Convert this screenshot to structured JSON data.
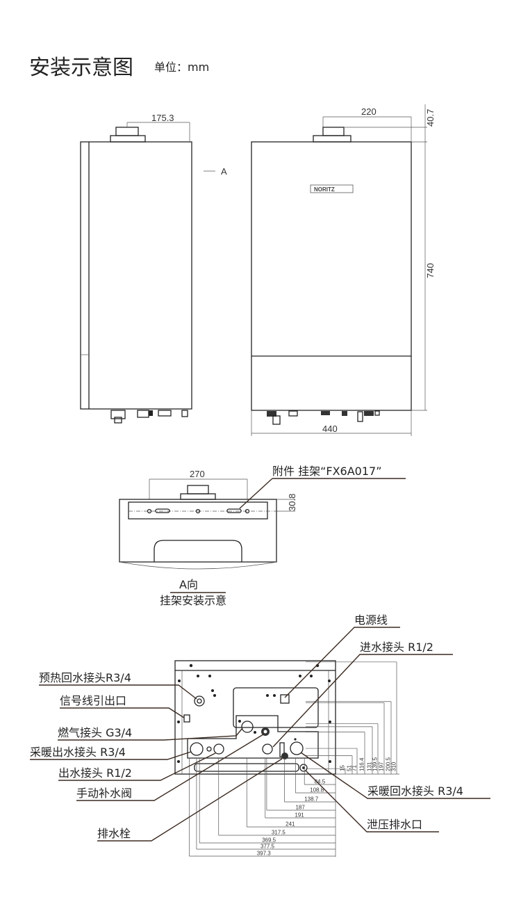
{
  "header": {
    "title": "安装示意图",
    "unit": "单位：mm"
  },
  "side_view": {
    "dim_depth": "175.3",
    "arrow_label": "A"
  },
  "front_view": {
    "dim_flue": "220",
    "dim_top": "40.7",
    "dim_height": "740",
    "dim_width": "440",
    "logo_text": "NORITZ"
  },
  "hanger_view": {
    "dim_spacing": "270",
    "dim_offset": "30.8",
    "accessory_label": "附件 挂架“FX6A017”",
    "view_label": "A向",
    "caption": "挂架安装示意"
  },
  "bottom_view": {
    "labels": {
      "power_cable": "电源线",
      "inlet": "进水接头 R1/2",
      "preheat_return": "预热回水接头R3/4",
      "signal_outlet": "信号线引出口",
      "gas": "燃气接头 G3/4",
      "heating_out": "采暖出水接头 R3/4",
      "hot_out": "出水接头 R1/2",
      "fill_valve": "手动补水阀",
      "drain_plug": "排水栓",
      "heating_return": "采暖回水接头 R3/4",
      "relief_drain": "泄压排水口"
    },
    "vertical_dims": [
      "310",
      "200.5",
      "197",
      "139.5",
      "131",
      "116.4",
      "71",
      "51",
      "15"
    ],
    "horizontal_dims": [
      "84.5",
      "108.8",
      "138.7",
      "187",
      "191",
      "241",
      "317.5",
      "369.5",
      "377.5",
      "397.3"
    ]
  }
}
